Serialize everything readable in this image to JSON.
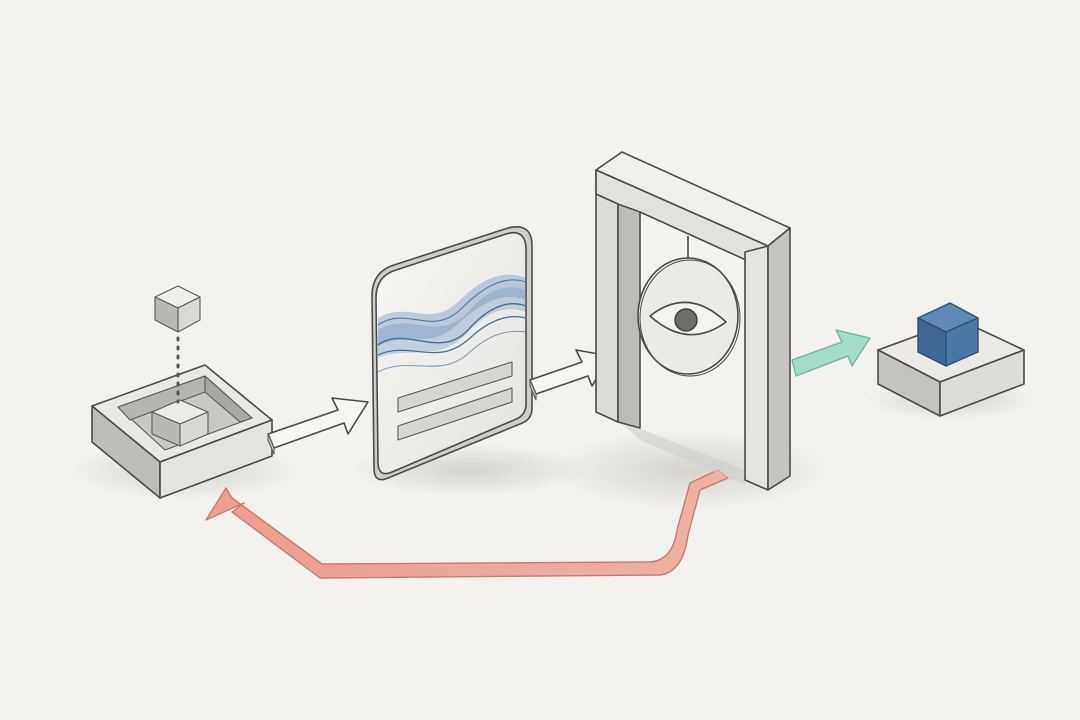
{
  "diagram": {
    "style": "pencil-sketch isometric",
    "background_color": "#f4f2ee",
    "colors": {
      "outline": "#4a4a4a",
      "gray_face_light": "#f1f0ed",
      "gray_face_mid": "#dcdbd7",
      "gray_face_dark": "#bdbcb8",
      "wave_blue": "#5d85b5",
      "result_cube_blue": "#3f6e9e",
      "accept_arrow_teal": "#9fd8c7",
      "feedback_arrow_red": "#ec9a8c"
    },
    "nodes": [
      {
        "id": "input-tray",
        "icon": "tray-with-cube-icon"
      },
      {
        "id": "floating-cube",
        "icon": "small-gray-cube-icon"
      },
      {
        "id": "waveform-card",
        "icon": "waveform-document-icon"
      },
      {
        "id": "inspection-gate",
        "icon": "eye-gate-icon"
      },
      {
        "id": "output-platform",
        "icon": "blue-cube-platform-icon"
      }
    ],
    "edges": [
      {
        "from": "input-tray",
        "to": "waveform-card",
        "style": "outline-arrow"
      },
      {
        "from": "waveform-card",
        "to": "inspection-gate",
        "style": "outline-arrow"
      },
      {
        "from": "inspection-gate",
        "to": "output-platform",
        "style": "teal-arrow"
      },
      {
        "from": "inspection-gate",
        "to": "input-tray",
        "style": "red-feedback-arrow"
      }
    ]
  }
}
